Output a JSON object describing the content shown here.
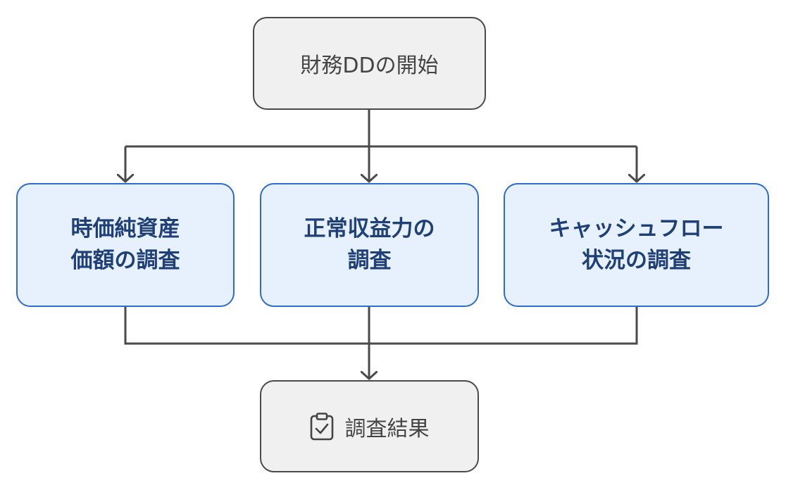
{
  "diagram": {
    "start": {
      "label": "財務DDの開始"
    },
    "steps": [
      {
        "id": "nav",
        "lines": [
          "時価純資産",
          "価額の調査"
        ]
      },
      {
        "id": "income",
        "lines": [
          "正常収益力の",
          "調査"
        ]
      },
      {
        "id": "cashflow",
        "lines": [
          "キャッシュフロー",
          "状況の調査"
        ]
      }
    ],
    "result": {
      "label": "調査結果",
      "icon": "clipboard-check-icon"
    }
  },
  "colors": {
    "line": "#4a4a4a",
    "gray_fill": "#f0f0f0",
    "blue_fill": "#e7f1fe",
    "blue_border": "#2f6bd3",
    "blue_text": "#1f3f78"
  }
}
